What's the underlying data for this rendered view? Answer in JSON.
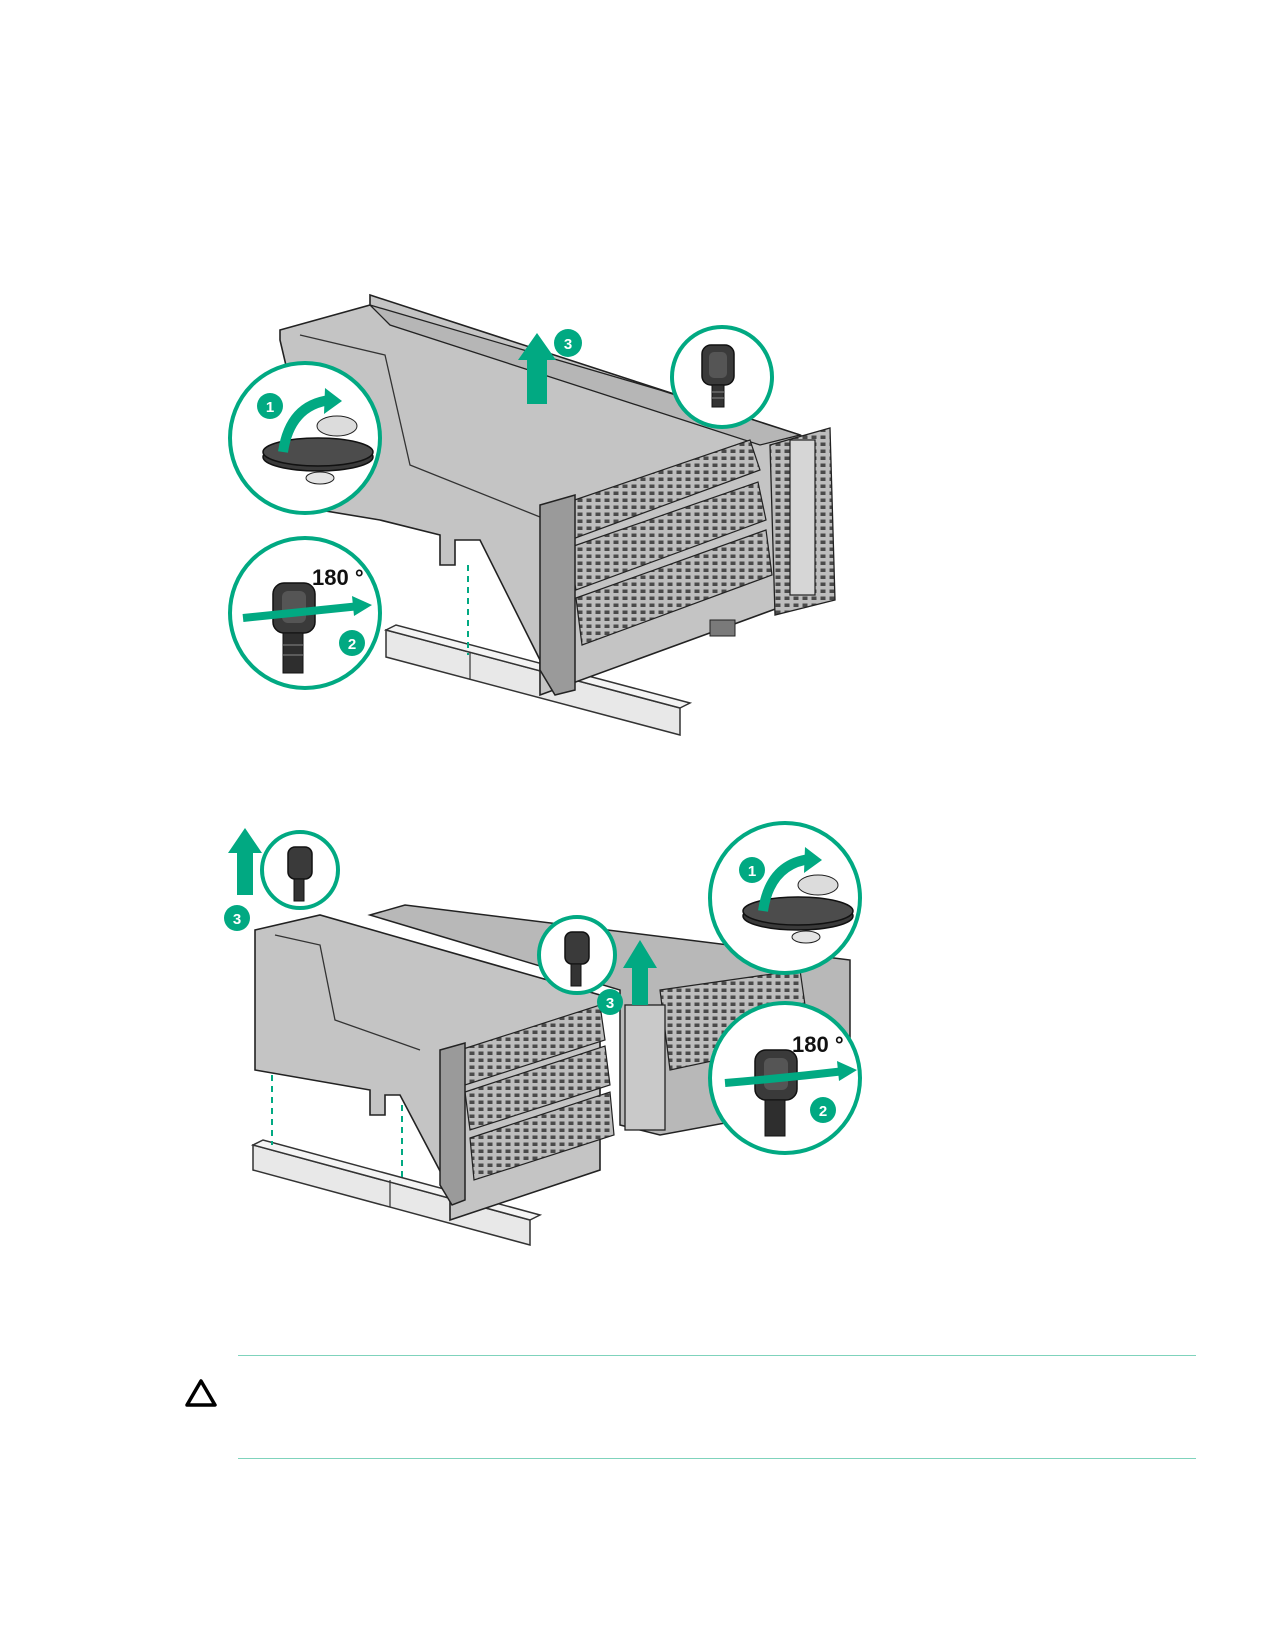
{
  "figure_top": {
    "callouts": [
      "1",
      "2",
      "3"
    ],
    "rotation_label": "180 °"
  },
  "figure_bottom": {
    "callouts": [
      "1",
      "2",
      "3",
      "3"
    ],
    "rotation_label": "180 °"
  },
  "caution": {
    "icon": "caution-triangle-icon",
    "text": ""
  },
  "colors": {
    "accent": "#01a982",
    "callout_ring": "#01a982",
    "divider": "#7fd3bc"
  }
}
